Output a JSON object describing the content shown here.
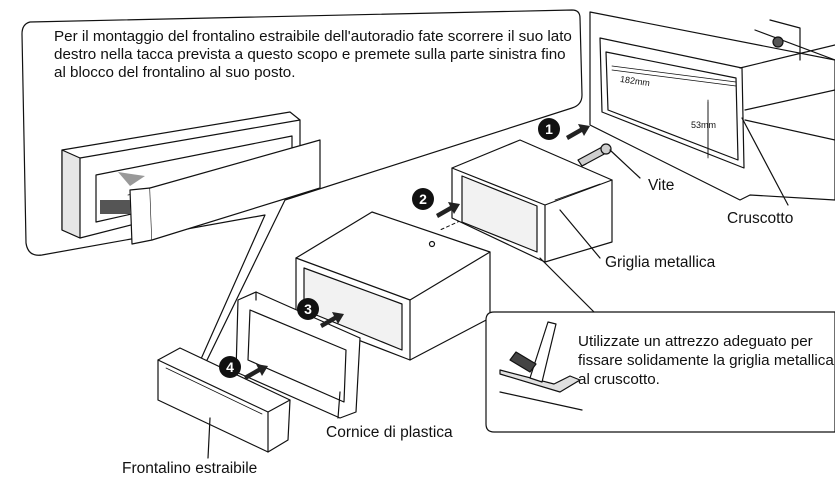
{
  "instructions": {
    "intro": "Per il montaggio del frontalino estraibile dell'autoradio fate scorrere il suo lato destro nella tacca prevista a questo scopo e premete sulla parte sinistra fino al blocco del frontalino al suo posto.",
    "tool_tip": "Utilizzate un attrezzo adeguato per fissare solidamente la griglia metallica al cruscotto."
  },
  "labels": {
    "screw": "Vite",
    "dashboard": "Cruscotto",
    "metal_cage": "Griglia metallica",
    "plastic_frame": "Cornice di plastica",
    "removable_front": "Frontalino estraibile"
  },
  "dimensions": {
    "width": "182mm",
    "height": "53mm"
  },
  "steps": [
    "1",
    "2",
    "3",
    "4"
  ],
  "colors": {
    "line": "#111111",
    "gray_fill": "#d8d8d8",
    "dark_fill": "#555555",
    "step_badge": "#111111"
  }
}
